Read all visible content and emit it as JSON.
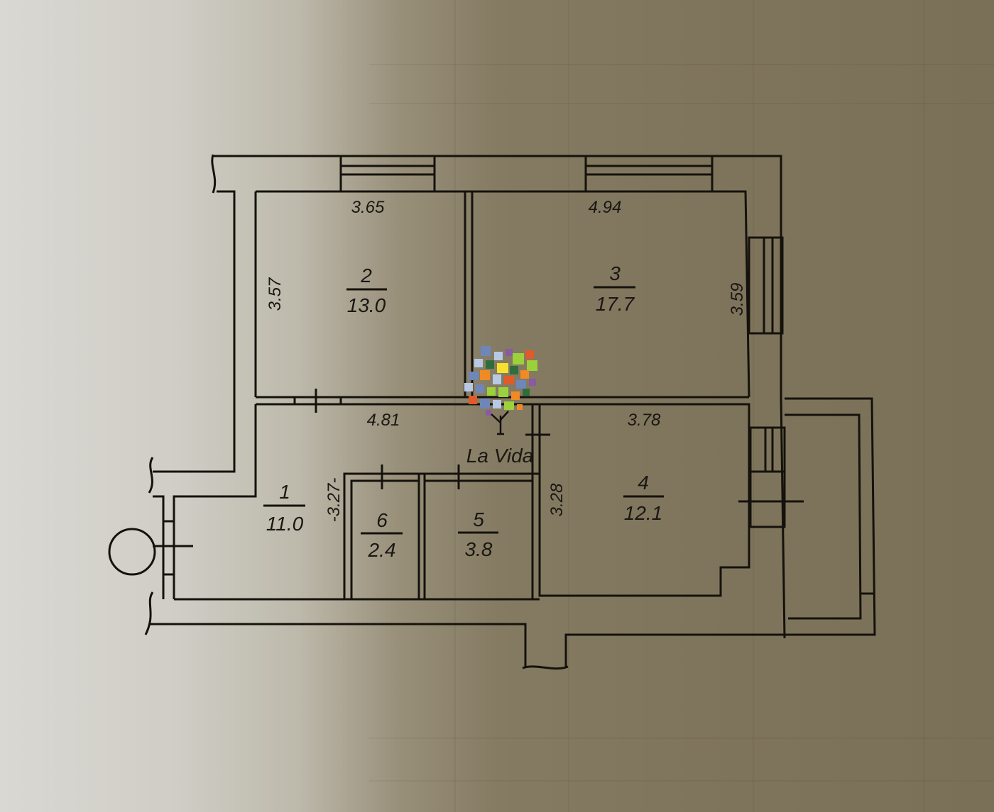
{
  "floor_plan": {
    "rooms": [
      {
        "id": "1",
        "area": "11.0"
      },
      {
        "id": "2",
        "area": "13.0"
      },
      {
        "id": "3",
        "area": "17.7"
      },
      {
        "id": "4",
        "area": "12.1"
      },
      {
        "id": "5",
        "area": "3.8"
      },
      {
        "id": "6",
        "area": "2.4"
      }
    ],
    "dimensions": {
      "room2_width": "3.65",
      "room2_height": "3.57",
      "room3_width": "4.94",
      "room3_height": "3.59",
      "room1_width": "4.81",
      "room1_height": "-3.27-",
      "room4_width": "3.78",
      "room4_height": "3.28"
    }
  },
  "logo": {
    "text": "La Vida",
    "colors": [
      "#6f86b8",
      "#f08a24",
      "#9bd13a",
      "#f5e12e",
      "#2f6e3a",
      "#b8c9e6",
      "#8a5aa0",
      "#e05a2a"
    ]
  }
}
